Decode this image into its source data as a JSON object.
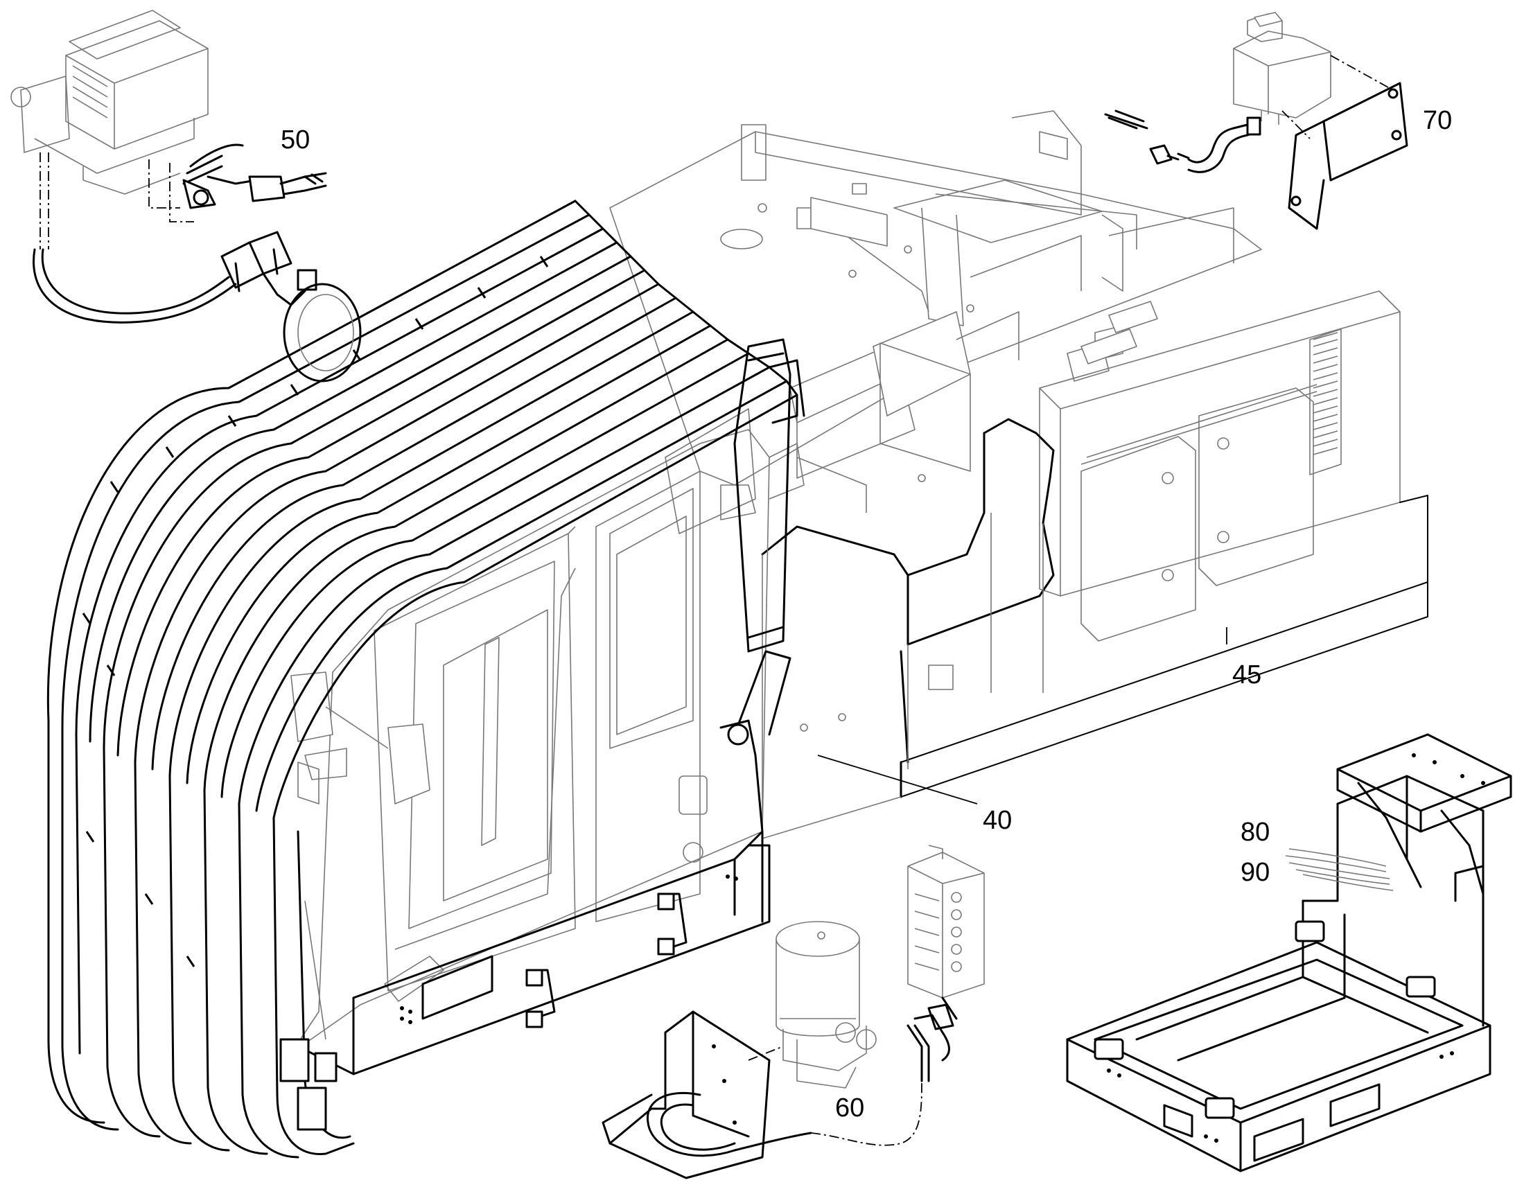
{
  "callouts": [
    {
      "id": "c50",
      "label": "50"
    },
    {
      "id": "c70",
      "label": "70"
    },
    {
      "id": "c45",
      "label": "45"
    },
    {
      "id": "c40",
      "label": "40"
    },
    {
      "id": "c80",
      "label": "80"
    },
    {
      "id": "c90",
      "label": "90"
    },
    {
      "id": "c60",
      "label": "60"
    }
  ]
}
